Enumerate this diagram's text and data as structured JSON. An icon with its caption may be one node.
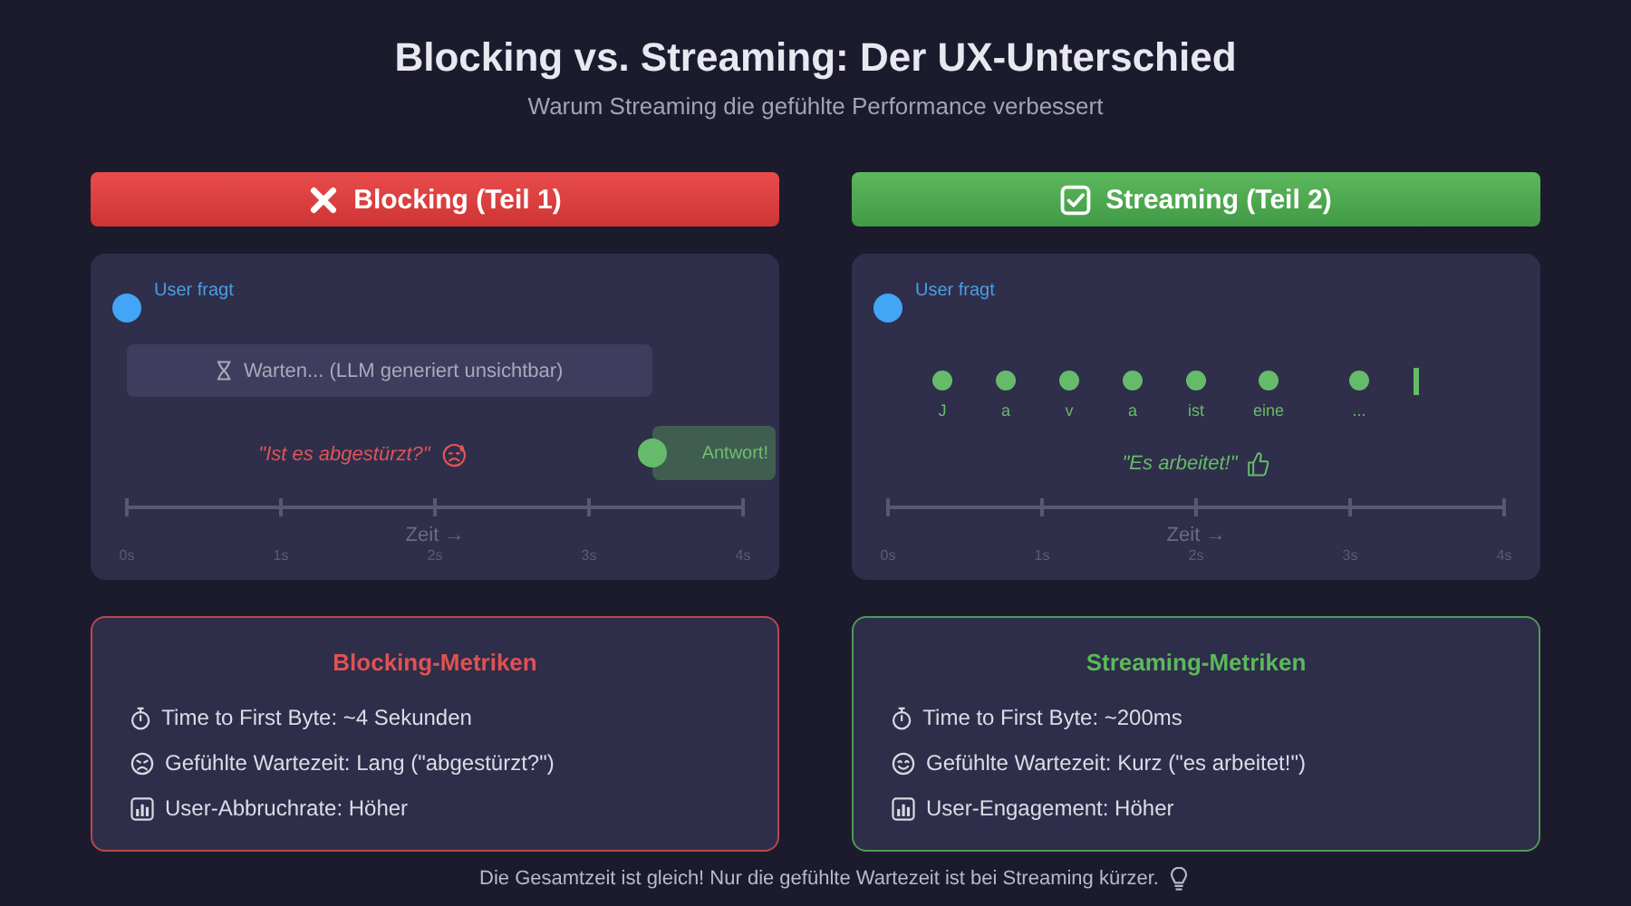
{
  "diagram": {
    "title": "Blocking vs. Streaming: Der UX-Unterschied",
    "nodes": [
      {
        "text": [
          "Blocking (Teil 1)"
        ]
      },
      {
        "text": [
          "Streaming (Teil 2)"
        ]
      },
      {
        "text": [],
        "shape": "box"
      },
      {
        "text": [
          "Warten... (LLM generiert unsichtbar)"
        ],
        "in": 2
      },
      {
        "text": [
          "Antwort!"
        ],
        "in": 2
      },
      {
        "text": [],
        "shape": "box"
      },
      {
        "text": [
          "Blocking-Metriken",
          "Time to First Byte: ~4 Sekunden",
          "Gefühlte Wartezeit: Lang (\"abgestürzt?\")",
          "User-Abbruchrate: Höher"
        ]
      },
      {
        "text": [
          "Streaming-Metriken",
          "Time to First Byte: ~200ms",
          "Gefühlte Wartezeit: Kurz (\"es arbeitet!\")",
          "User-Engagement: Höher"
        ]
      }
    ],
    "labels": [
      "Warum Streaming die gefühlte Performance verbessert",
      "User fragt",
      "\"Ist es abgestürzt?\"",
      "Zeit →",
      "0s",
      "1s",
      "2s",
      "3s",
      "4s",
      "User fragt",
      "J",
      "a",
      "v",
      "a",
      "ist",
      "eine",
      "...",
      "\"Es arbeitet!\"",
      "Zeit →",
      "0s",
      "1s",
      "2s",
      "3s",
      "4s",
      "Die Gesamtzeit ist gleich! Nur die gefühlte Wartezeit ist bei Streaming kürzer."
    ]
  }
}
